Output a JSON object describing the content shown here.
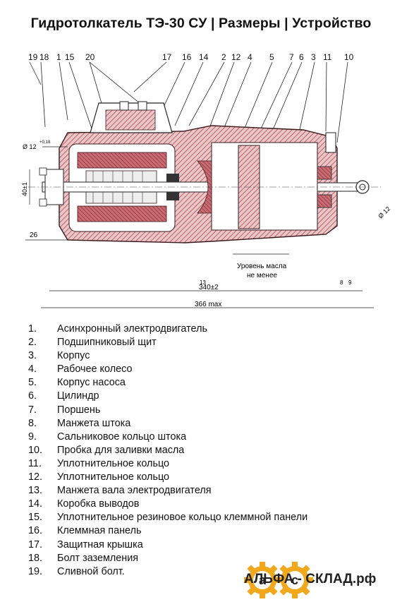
{
  "title": "Гидротолкатель ТЭ-30 СУ | Размеры | Устройство",
  "drawing": {
    "callouts": [
      "19",
      "18",
      "1",
      "15",
      "20",
      "17",
      "16",
      "14",
      "2",
      "12",
      "4",
      "5",
      "7",
      "6",
      "3",
      "11",
      "10"
    ],
    "bottom_callouts": [
      "13",
      "8",
      "9"
    ],
    "dim_diameter_left": "Ø 12",
    "dim_diameter_left_tol": "+0,18",
    "dim_40": "40±1",
    "dim_26": "26",
    "dim_340": "340±2",
    "dim_366": "366 max",
    "dim_diameter_right": "Ø 12",
    "oil_level_line1": "Уровень масла",
    "oil_level_line2": "не менее",
    "accent_color": "#b3474f"
  },
  "legend": [
    {
      "num": "1.",
      "text": "Асинхронный электродвигатель"
    },
    {
      "num": "2.",
      "text": "Подшипниковый щит"
    },
    {
      "num": "3.",
      "text": "Корпус"
    },
    {
      "num": "4.",
      "text": "Рабочее колесо"
    },
    {
      "num": "5.",
      "text": "Корпус насоса"
    },
    {
      "num": "6.",
      "text": "Цилиндр"
    },
    {
      "num": "7.",
      "text": "Поршень"
    },
    {
      "num": "8.",
      "text": "Манжета штока"
    },
    {
      "num": "9.",
      "text": "Сальниковое кольцо штока"
    },
    {
      "num": "10.",
      "text": "Пробка для заливки масла"
    },
    {
      "num": "11.",
      "text": "Уплотнительное кольцо"
    },
    {
      "num": "12.",
      "text": "Уплотнительное кольцо"
    },
    {
      "num": "13.",
      "text": "Манжета вала электродвигателя"
    },
    {
      "num": "14.",
      "text": "Коробка выводов"
    },
    {
      "num": "15.",
      "text": "Уплотнительное резиновое кольцо клеммной панели"
    },
    {
      "num": "16.",
      "text": "Клеммная панель"
    },
    {
      "num": "17.",
      "text": "Защитная крышка"
    },
    {
      "num": "18.",
      "text": "Болт заземления"
    },
    {
      "num": "19.",
      "text": "Сливной болт."
    }
  ],
  "brand": {
    "logo_letters": "ac",
    "name": "АЛЬФА - СКЛАД.рф",
    "gear_color": "#f2a81d"
  }
}
